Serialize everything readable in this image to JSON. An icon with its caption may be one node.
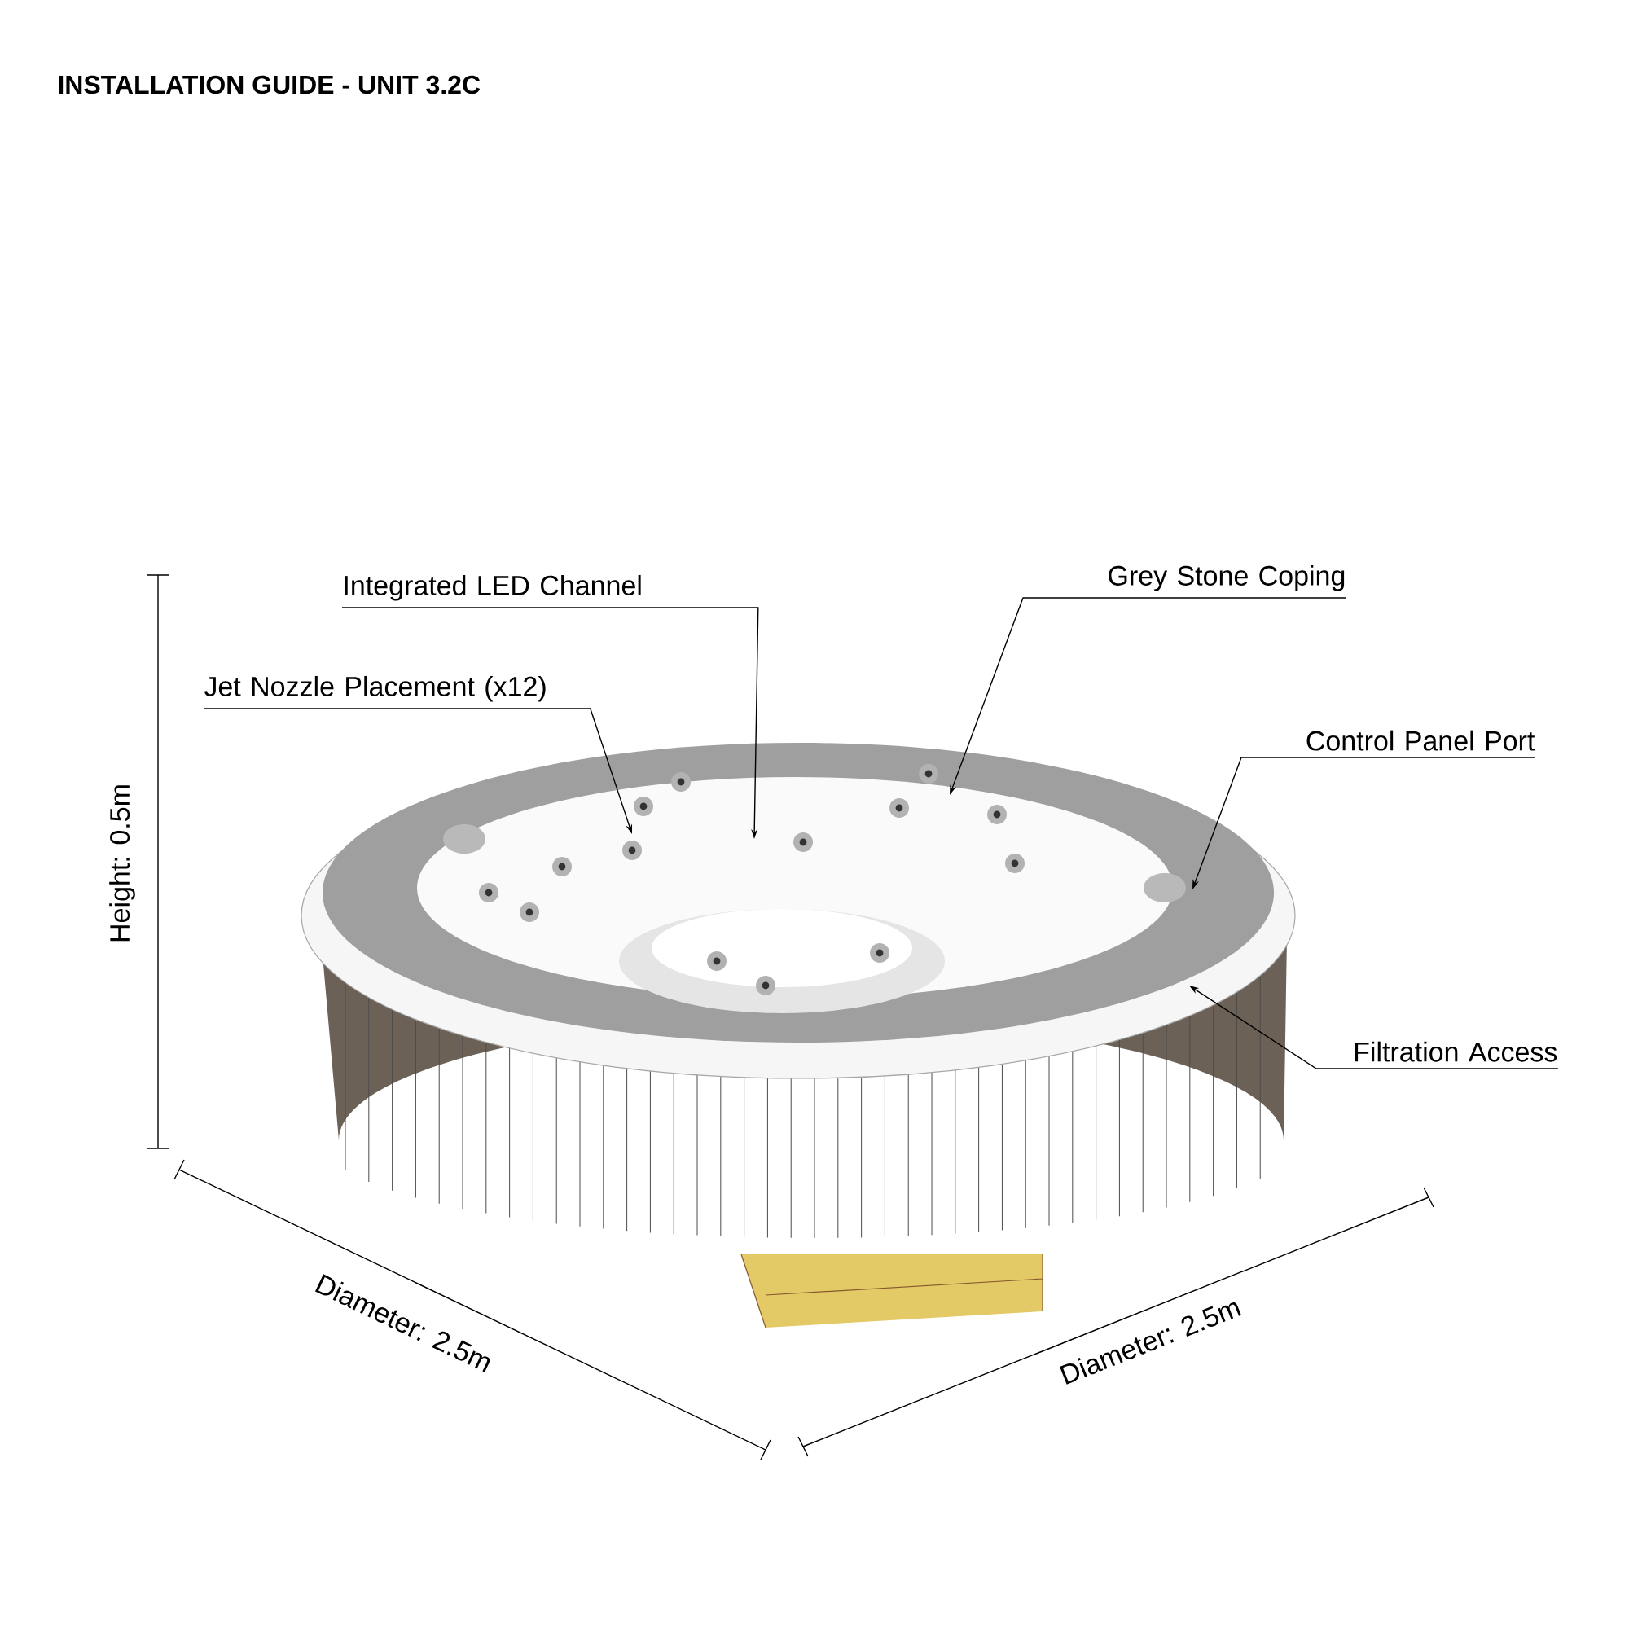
{
  "diagram": {
    "title": "INSTALLATION GUIDE - UNIT 3.2C",
    "nodes": [
      {
        "text": [
          "Integrated LED Channel"
        ]
      },
      {
        "text": [
          "Grey Stone Coping"
        ]
      },
      {
        "text": [
          "Jet Nozzle Placement (x12)"
        ]
      },
      {
        "text": [
          "Control Panel Port"
        ]
      },
      {
        "text": [
          "Filtration Access"
        ]
      }
    ],
    "edges": [
      {
        "from": 0,
        "to": null,
        "arrow": "to"
      },
      {
        "from": 1,
        "to": null,
        "arrow": "to"
      },
      {
        "from": 2,
        "to": null,
        "arrow": "to"
      },
      {
        "from": 3,
        "to": null,
        "arrow": "to"
      },
      {
        "from": 4,
        "to": null,
        "arrow": "to"
      }
    ],
    "labels": [
      "Height: 0.5m",
      "Diameter: 2.5m",
      "Diameter: 2.5m"
    ]
  }
}
